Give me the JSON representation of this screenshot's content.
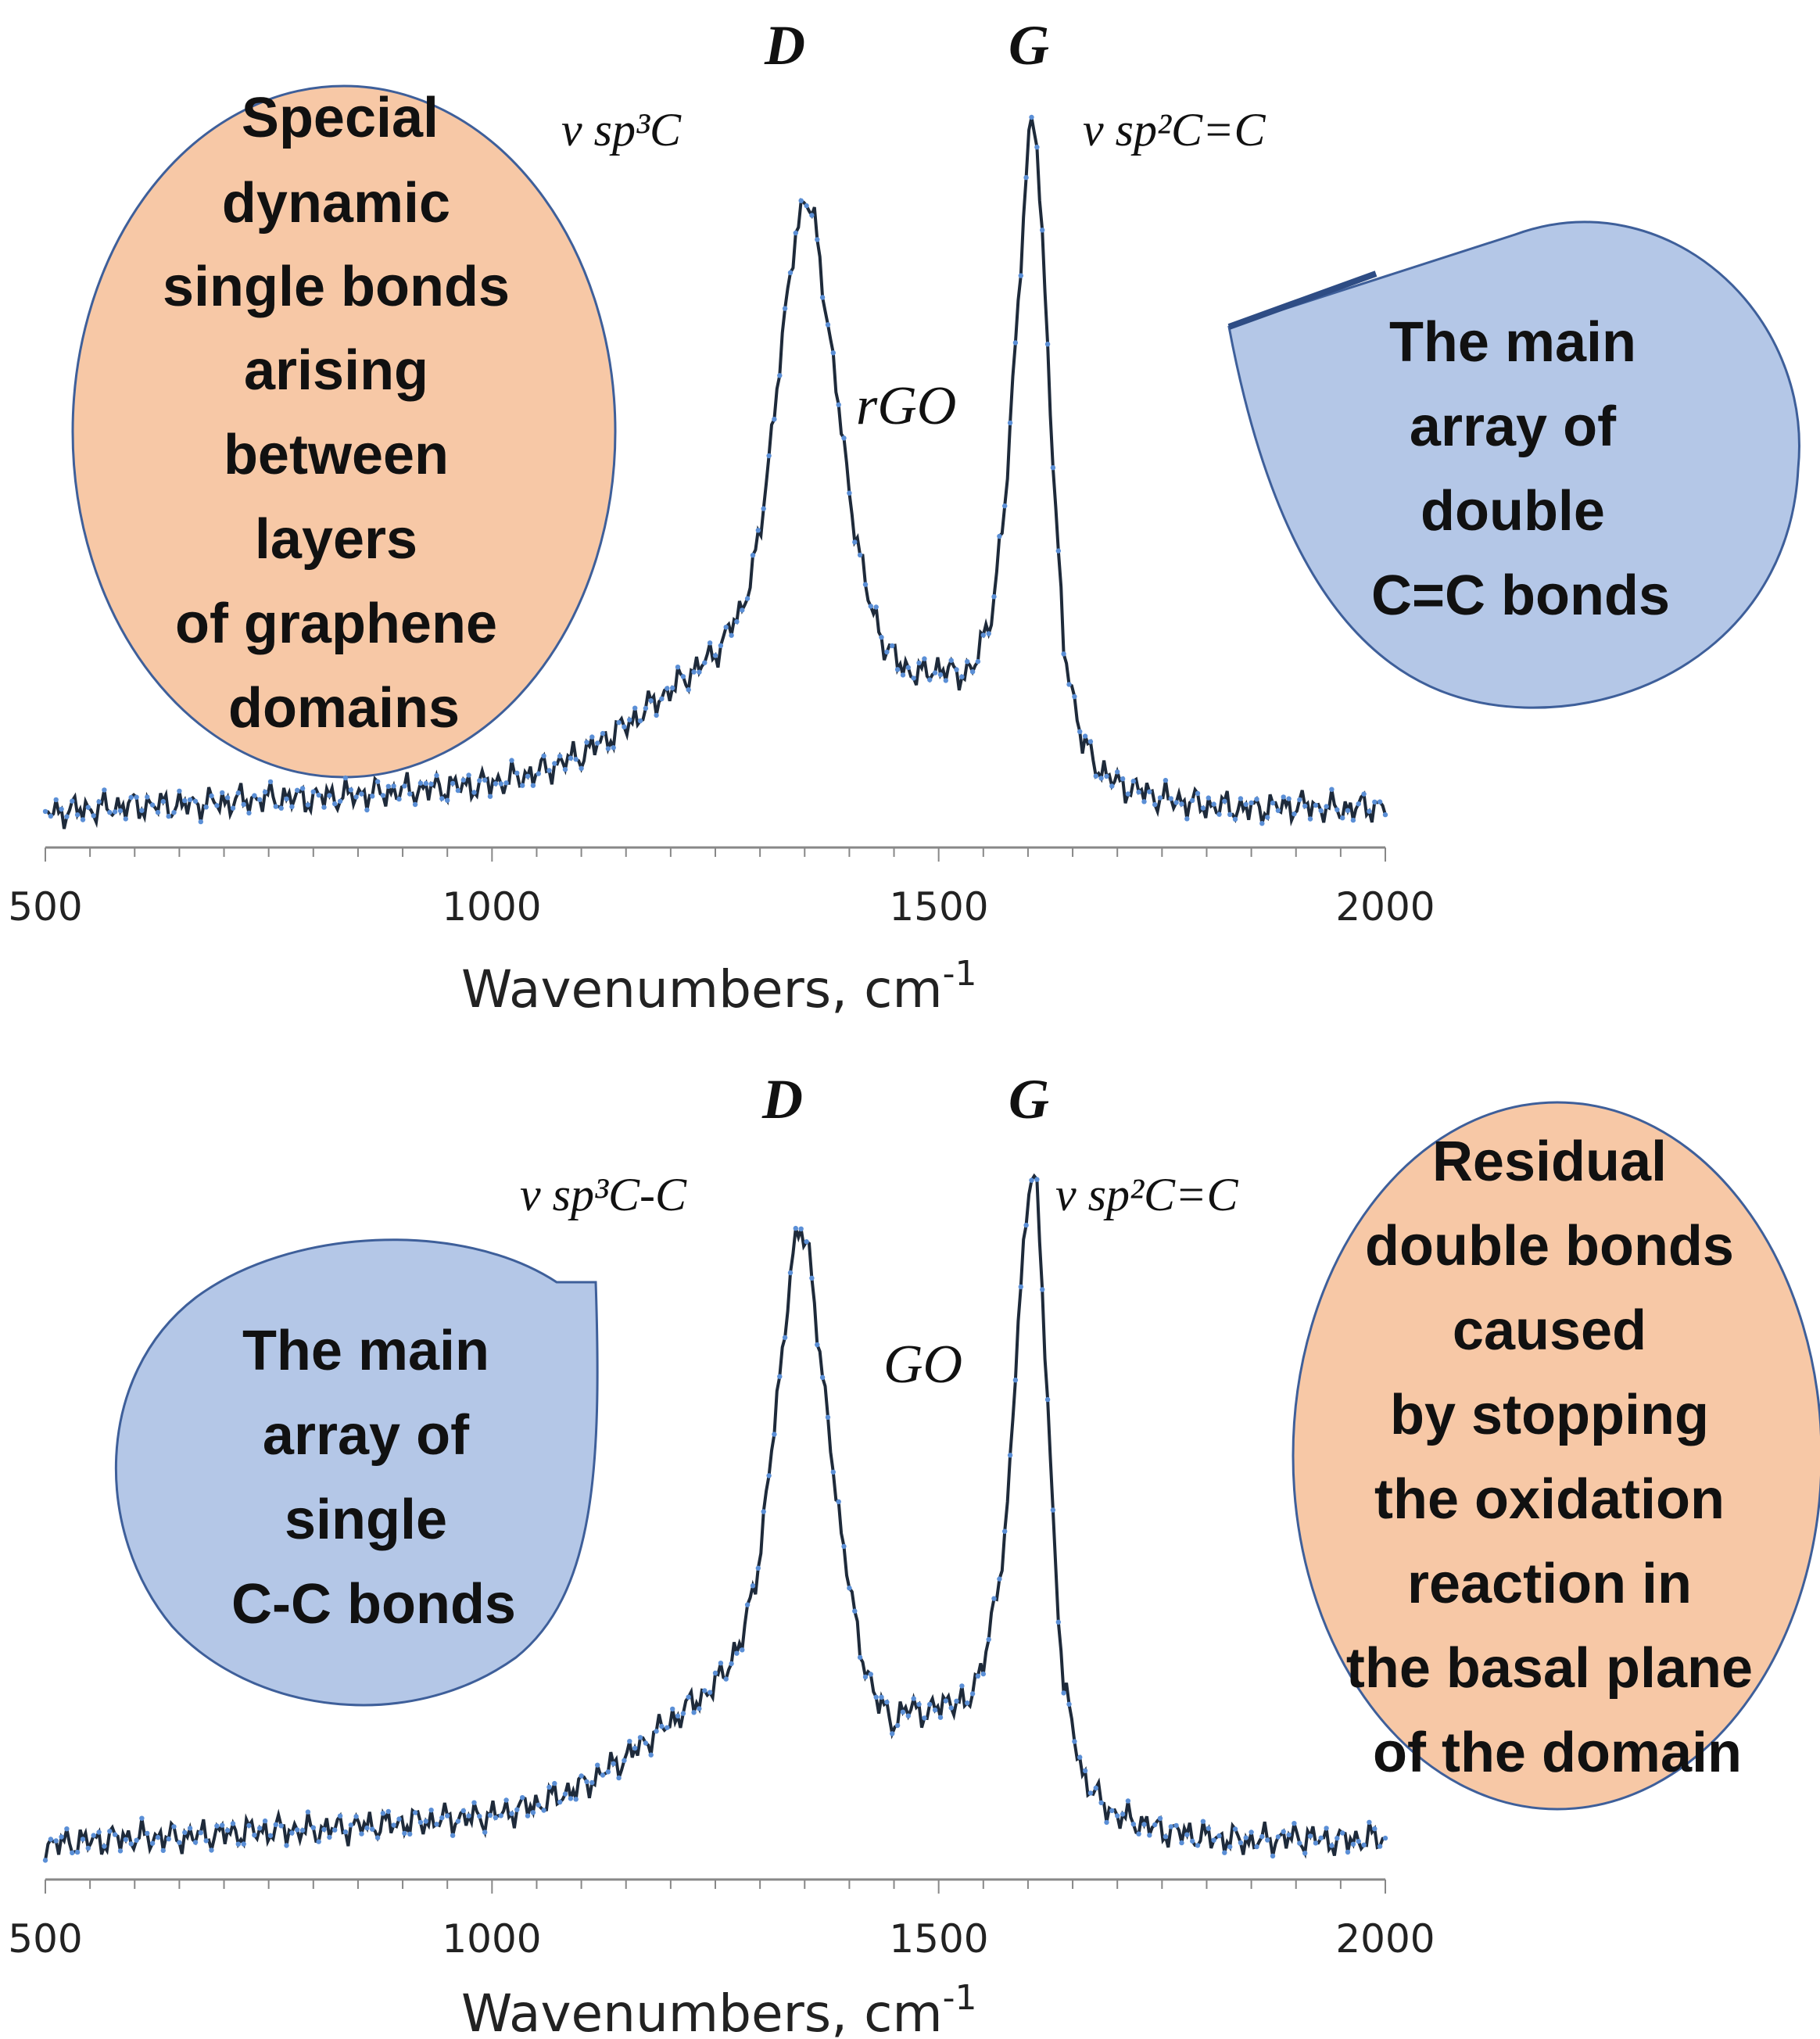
{
  "colors": {
    "line": "#1e2a3a",
    "marker": "#5b8fd6",
    "axis": "#888888",
    "bubble_orange": "#f7c8a6",
    "bubble_blue": "#b4c7e7",
    "bubble_border": "#3e5f9a"
  },
  "chart_data": [
    {
      "type": "line",
      "sample": "rGO",
      "xlabel": "Wavenumbers, cm",
      "xlabel_sup": "-1",
      "xlim": [
        500,
        2000
      ],
      "x_ticks": [
        "500",
        "1000",
        "1500",
        "2000"
      ],
      "ylim": [
        0,
        1
      ],
      "grid": false,
      "peaks": [
        {
          "name": "D",
          "x": 1350,
          "y": 0.87
        },
        {
          "name": "G",
          "x": 1605,
          "y": 0.98
        }
      ],
      "series": [
        {
          "x": [
            500,
            550,
            600,
            650,
            700,
            750,
            800,
            850,
            900,
            950,
            1000,
            1050,
            1100,
            1150,
            1200,
            1250,
            1280,
            1300,
            1320,
            1340,
            1350,
            1360,
            1380,
            1400,
            1420,
            1440,
            1460,
            1480,
            1500,
            1520,
            1540,
            1560,
            1575,
            1590,
            1600,
            1605,
            1610,
            1620,
            1630,
            1640,
            1660,
            1680,
            1700,
            1750,
            1800,
            1850,
            1900,
            1950,
            2000
          ],
          "y": [
            0.02,
            0.025,
            0.03,
            0.03,
            0.035,
            0.04,
            0.04,
            0.045,
            0.05,
            0.055,
            0.06,
            0.075,
            0.1,
            0.14,
            0.19,
            0.24,
            0.3,
            0.4,
            0.62,
            0.82,
            0.87,
            0.84,
            0.66,
            0.46,
            0.32,
            0.25,
            0.22,
            0.21,
            0.22,
            0.21,
            0.22,
            0.3,
            0.45,
            0.75,
            0.93,
            0.98,
            0.94,
            0.72,
            0.45,
            0.25,
            0.12,
            0.08,
            0.06,
            0.04,
            0.03,
            0.025,
            0.03,
            0.025,
            0.03
          ]
        }
      ],
      "annotations": {
        "d_mode": "ν sp³C",
        "g_mode": "ν sp²C=C",
        "sample_label": "rGO"
      }
    },
    {
      "type": "line",
      "sample": "GO",
      "xlabel": "Wavenumbers, cm",
      "xlabel_sup": "-1",
      "xlim": [
        500,
        2000
      ],
      "x_ticks": [
        "500",
        "1000",
        "1500",
        "2000"
      ],
      "ylim": [
        0,
        1
      ],
      "grid": false,
      "peaks": [
        {
          "name": "D",
          "x": 1345,
          "y": 0.87
        },
        {
          "name": "G",
          "x": 1605,
          "y": 0.96
        }
      ],
      "series": [
        {
          "x": [
            500,
            550,
            600,
            650,
            700,
            750,
            800,
            850,
            900,
            950,
            1000,
            1050,
            1100,
            1150,
            1200,
            1250,
            1280,
            1300,
            1320,
            1335,
            1345,
            1355,
            1370,
            1390,
            1410,
            1430,
            1450,
            1470,
            1490,
            1510,
            1530,
            1555,
            1575,
            1590,
            1600,
            1605,
            1610,
            1620,
            1630,
            1640,
            1660,
            1680,
            1700,
            1750,
            1800,
            1850,
            1900,
            1950,
            2000
          ],
          "y": [
            0.02,
            0.025,
            0.03,
            0.03,
            0.035,
            0.04,
            0.04,
            0.045,
            0.05,
            0.055,
            0.06,
            0.075,
            0.1,
            0.14,
            0.19,
            0.24,
            0.3,
            0.42,
            0.64,
            0.82,
            0.87,
            0.84,
            0.66,
            0.46,
            0.3,
            0.22,
            0.19,
            0.21,
            0.2,
            0.22,
            0.21,
            0.29,
            0.45,
            0.75,
            0.92,
            0.96,
            0.92,
            0.68,
            0.42,
            0.24,
            0.12,
            0.08,
            0.06,
            0.04,
            0.03,
            0.025,
            0.03,
            0.025,
            0.03
          ]
        }
      ],
      "annotations": {
        "d_mode": "ν sp³C-C",
        "g_mode": "ν sp²C=C",
        "sample_label": "GO"
      }
    }
  ],
  "callouts": {
    "top_left": [
      "Special",
      "dynamic",
      "single bonds",
      "arising",
      "between",
      "layers",
      "of graphene",
      "domains"
    ],
    "top_right": [
      "The main",
      "array of",
      "double",
      "C=C bonds"
    ],
    "bottom_left": [
      "The main",
      "array of",
      "single",
      "C-C bonds"
    ],
    "bottom_right": [
      "Residual",
      "double bonds",
      "caused",
      "by stopping",
      "the oxidation",
      "reaction in",
      "the basal plane",
      "of the domain"
    ]
  }
}
